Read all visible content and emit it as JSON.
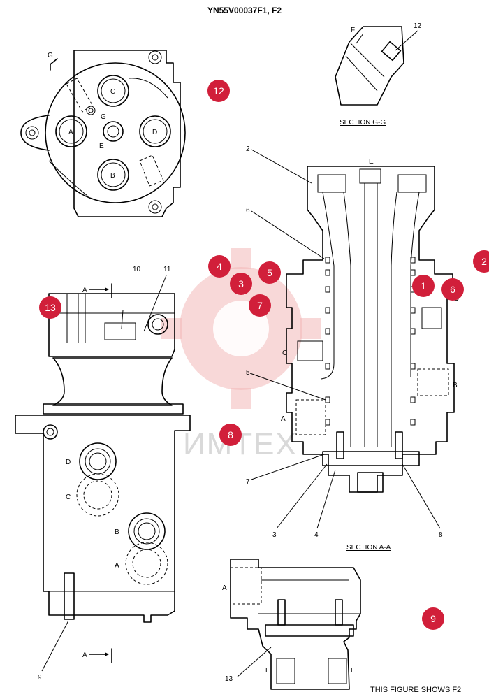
{
  "drawing_id": "YN55V00037F1, F2",
  "section_gg": "SECTION  G-G",
  "section_aa": "SECTION  A-A",
  "footer_note": "THIS FIGURE SHOWS  F2",
  "watermark": "ИМТЕХ",
  "port_labels": {
    "A": "A",
    "B": "B",
    "C": "C",
    "D": "D",
    "E": "E",
    "F": "F",
    "G": "G"
  },
  "callout_numbers": [
    "1",
    "2",
    "3",
    "4",
    "5",
    "6",
    "7",
    "8",
    "9",
    "10",
    "11",
    "12",
    "13"
  ],
  "section_marker": "A",
  "badges": [
    "1",
    "2",
    "3",
    "4",
    "5",
    "6",
    "7",
    "8",
    "9",
    "12",
    "13"
  ],
  "colors": {
    "badge": "#d11f3a",
    "line": "#000000",
    "watermark": "#f2b8b8"
  }
}
